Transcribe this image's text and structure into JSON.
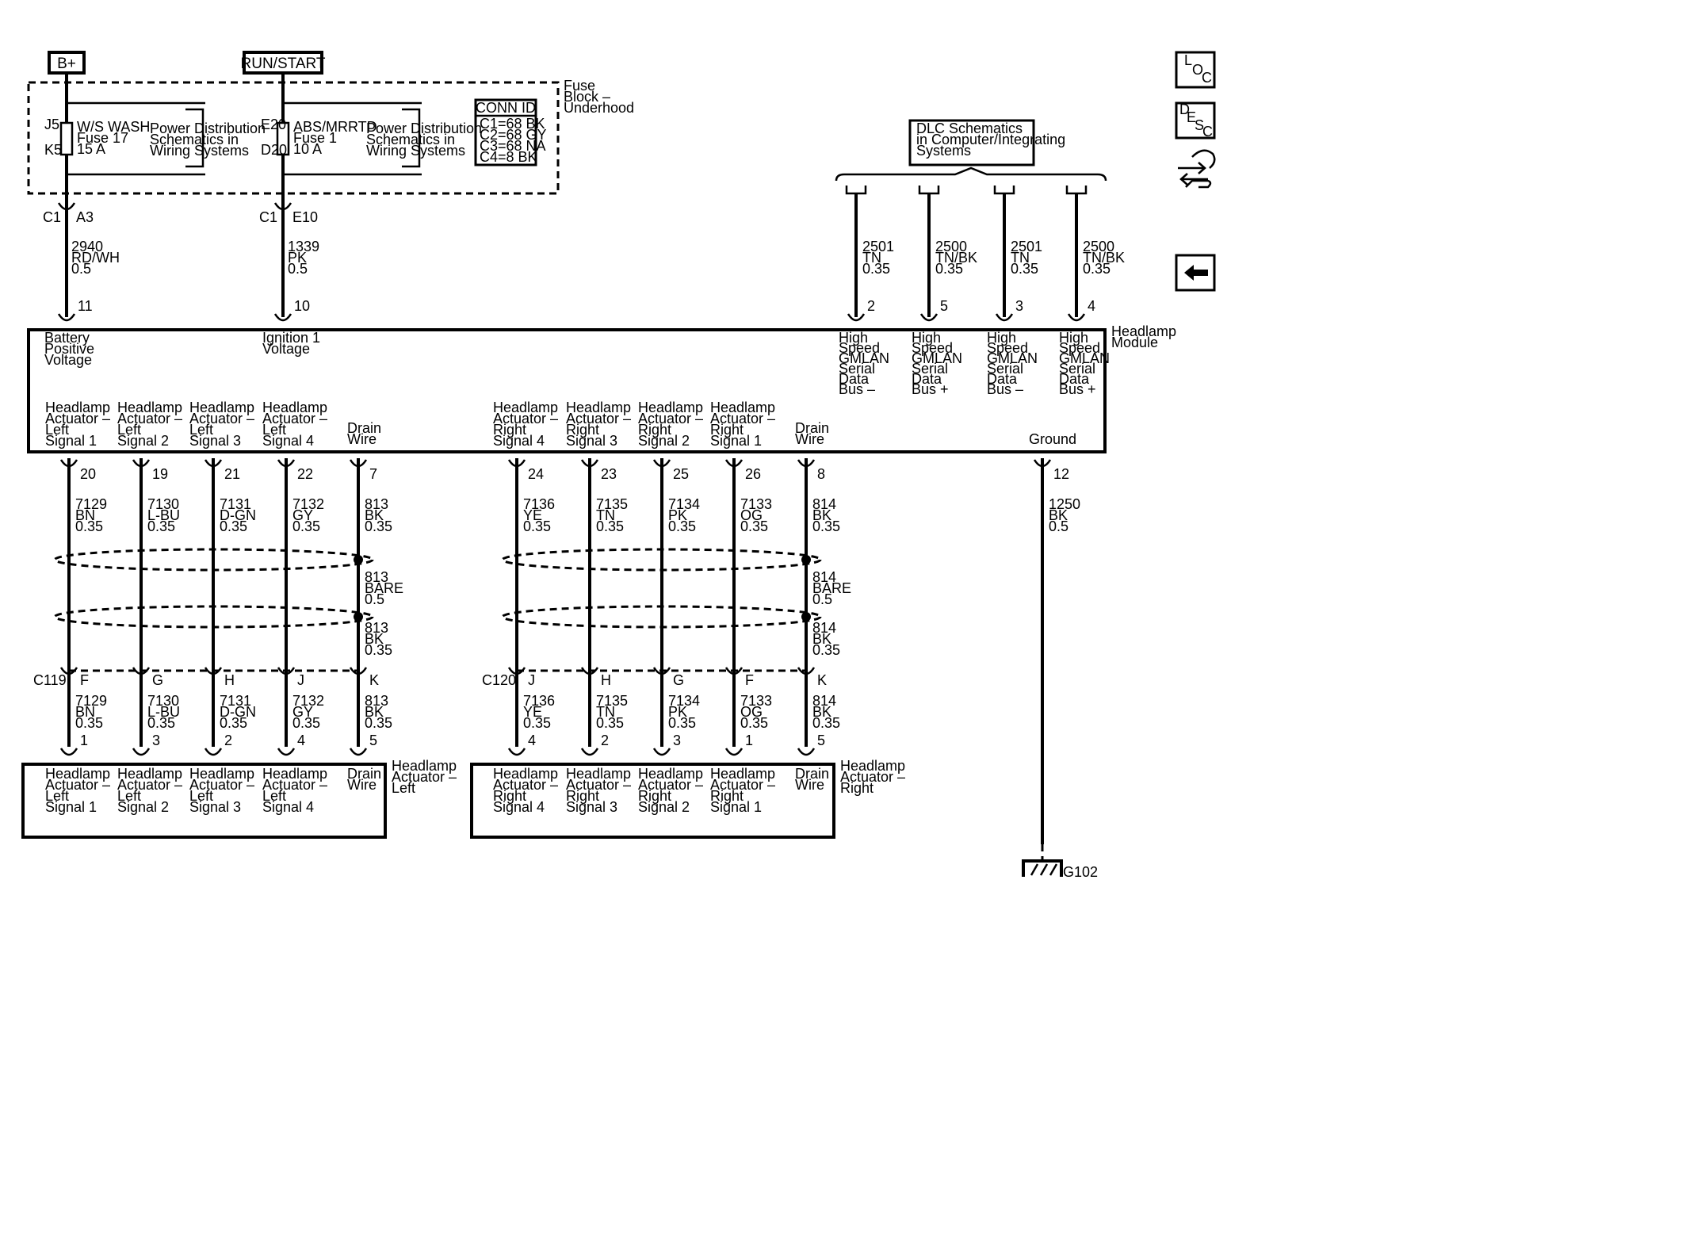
{
  "sources": {
    "batt": "B+",
    "run": "RUN/START"
  },
  "fuse_block": {
    "label": [
      "Fuse",
      "Block –",
      "Underhood"
    ],
    "fuse1": {
      "pin_top": "J5",
      "pin_bot": "K5",
      "lines": [
        "W/S WASH",
        "Fuse 17",
        "15 A"
      ]
    },
    "fuse2": {
      "pin_top": "E20",
      "pin_bot": "D20",
      "lines": [
        "ABS/MRRTD",
        "Fuse 1",
        "10 A"
      ]
    },
    "power_dist": [
      "Power Distribution",
      "Schematics in",
      "Wiring Systems"
    ],
    "conn_id": {
      "title": "CONN ID",
      "lines": [
        "C1=68 BK",
        "C2=68 GY",
        "C3=68 NA",
        "C4=8 BK"
      ]
    }
  },
  "top_wires": [
    {
      "conn": "C1",
      "pin": "A3",
      "circuit": [
        "2940",
        "RD/WH",
        "0.5"
      ],
      "module_pin": "11"
    },
    {
      "conn": "C1",
      "pin": "E10",
      "circuit": [
        "1339",
        "PK",
        "0.5"
      ],
      "module_pin": "10"
    }
  ],
  "dlc": {
    "box": [
      "DLC Schematics",
      "in Computer/Integrating",
      "Systems"
    ],
    "wires": [
      {
        "circuit": [
          "2501",
          "TN",
          "0.35"
        ],
        "pin": "2",
        "label": [
          "High",
          "Speed",
          "GMLAN",
          "Serial",
          "Data",
          "Bus –"
        ]
      },
      {
        "circuit": [
          "2500",
          "TN/BK",
          "0.35"
        ],
        "pin": "5",
        "label": [
          "High",
          "Speed",
          "GMLAN",
          "Serial",
          "Data",
          "Bus +"
        ]
      },
      {
        "circuit": [
          "2501",
          "TN",
          "0.35"
        ],
        "pin": "3",
        "label": [
          "High",
          "Speed",
          "GMLAN",
          "Serial",
          "Data",
          "Bus –"
        ]
      },
      {
        "circuit": [
          "2500",
          "TN/BK",
          "0.35"
        ],
        "pin": "4",
        "label": [
          "High",
          "Speed",
          "GMLAN",
          "Serial",
          "Data",
          "Bus +"
        ]
      }
    ]
  },
  "module": {
    "name": [
      "Headlamp",
      "Module"
    ],
    "battery": [
      "Battery",
      "Positive",
      "Voltage"
    ],
    "ignition": [
      "Ignition 1",
      "Voltage"
    ],
    "ground": "Ground"
  },
  "left_group": {
    "connector": "C119",
    "drain": {
      "top": [
        "813",
        "BK",
        "0.35"
      ],
      "mid": [
        "813",
        "BARE",
        "0.5"
      ],
      "bot": [
        "813",
        "BK",
        "0.35"
      ],
      "pin": "7",
      "cpin": "K",
      "apin": "5",
      "wire": [
        "813",
        "BK",
        "0.35"
      ]
    },
    "wires": [
      {
        "label": [
          "Headlamp",
          "Actuator –",
          "Left",
          "Signal 1"
        ],
        "pin": "20",
        "circuit": [
          "7129",
          "BN",
          "0.35"
        ],
        "cpin": "F",
        "apin": "1"
      },
      {
        "label": [
          "Headlamp",
          "Actuator –",
          "Left",
          "Signal 2"
        ],
        "pin": "19",
        "circuit": [
          "7130",
          "L-BU",
          "0.35"
        ],
        "cpin": "G",
        "apin": "3"
      },
      {
        "label": [
          "Headlamp",
          "Actuator –",
          "Left",
          "Signal 3"
        ],
        "pin": "21",
        "circuit": [
          "7131",
          "D-GN",
          "0.35"
        ],
        "cpin": "H",
        "apin": "2"
      },
      {
        "label": [
          "Headlamp",
          "Actuator –",
          "Left",
          "Signal 4"
        ],
        "pin": "22",
        "circuit": [
          "7132",
          "GY",
          "0.35"
        ],
        "cpin": "J",
        "apin": "4"
      }
    ],
    "actuator": [
      "Headlamp",
      "Actuator –",
      "Left"
    ]
  },
  "right_group": {
    "connector": "C120",
    "drain": {
      "top": [
        "814",
        "BK",
        "0.35"
      ],
      "mid": [
        "814",
        "BARE",
        "0.5"
      ],
      "bot": [
        "814",
        "BK",
        "0.35"
      ],
      "pin": "8",
      "cpin": "K",
      "apin": "5",
      "wire": [
        "814",
        "BK",
        "0.35"
      ]
    },
    "wires": [
      {
        "label": [
          "Headlamp",
          "Actuator –",
          "Right",
          "Signal 4"
        ],
        "pin": "24",
        "circuit": [
          "7136",
          "YE",
          "0.35"
        ],
        "cpin": "J",
        "apin": "4"
      },
      {
        "label": [
          "Headlamp",
          "Actuator –",
          "Right",
          "Signal 3"
        ],
        "pin": "23",
        "circuit": [
          "7135",
          "TN",
          "0.35"
        ],
        "cpin": "H",
        "apin": "2"
      },
      {
        "label": [
          "Headlamp",
          "Actuator –",
          "Right",
          "Signal 2"
        ],
        "pin": "25",
        "circuit": [
          "7134",
          "PK",
          "0.35"
        ],
        "cpin": "G",
        "apin": "3"
      },
      {
        "label": [
          "Headlamp",
          "Actuator –",
          "Right",
          "Signal 1"
        ],
        "pin": "26",
        "circuit": [
          "7133",
          "OG",
          "0.35"
        ],
        "cpin": "F",
        "apin": "1"
      }
    ],
    "actuator": [
      "Headlamp",
      "Actuator –",
      "Right"
    ]
  },
  "drain_label": [
    "Drain",
    "Wire"
  ],
  "ground_wire": {
    "pin": "12",
    "circuit": [
      "1250",
      "BK",
      "0.5"
    ],
    "point": "G102"
  },
  "side_buttons": {
    "loc": [
      "L",
      "O",
      "C"
    ],
    "desc": [
      "D",
      "E",
      "S",
      "C"
    ]
  }
}
